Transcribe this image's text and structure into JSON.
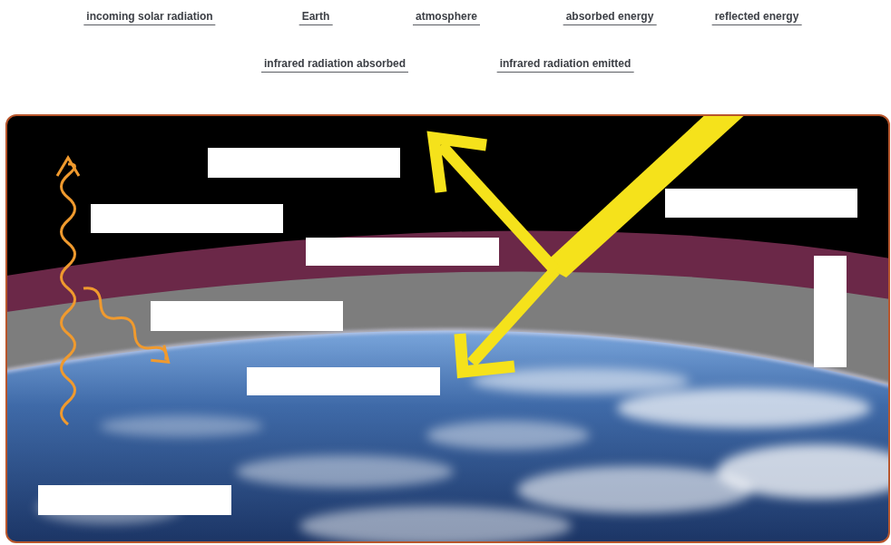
{
  "diagram": {
    "labels": [
      "incoming solar radiation",
      "Earth",
      "atmosphere",
      "absorbed energy",
      "reflected energy",
      "infrared radiation absorbed",
      "infrared radiation emitted"
    ]
  }
}
